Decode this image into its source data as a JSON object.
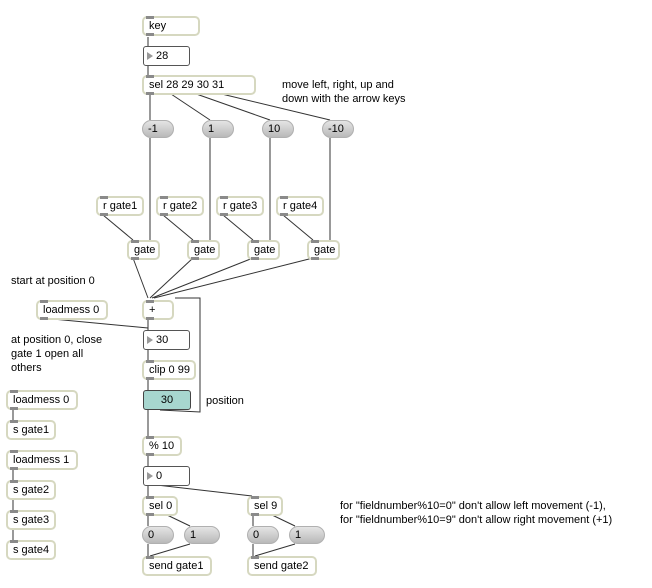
{
  "objects": {
    "key": "key",
    "sel_keys": "sel 28 29 30 31",
    "r_gate1": "r gate1",
    "r_gate2": "r gate2",
    "r_gate3": "r gate3",
    "r_gate4": "r gate4",
    "gate1": "gate",
    "gate2": "gate",
    "gate3": "gate",
    "gate4": "gate",
    "loadmess0_a": "loadmess 0",
    "plus": "+",
    "clip": "clip 0 99",
    "mod": "% 10",
    "loadmess0_b": "loadmess 0",
    "s_gate1": "s gate1",
    "loadmess1": "loadmess 1",
    "s_gate2": "s gate2",
    "s_gate3": "s gate3",
    "s_gate4": "s gate4",
    "sel0": "sel 0",
    "sel9": "sel 9",
    "send_gate1": "send gate1",
    "send_gate2": "send gate2"
  },
  "numbers": {
    "key_value": "28",
    "plus_out": "30",
    "position": "30",
    "mod_out": "0"
  },
  "messages": {
    "m_neg1": "-1",
    "m_1": "1",
    "m_10": "10",
    "m_neg10": "-10",
    "m_0a": "0",
    "m_1a": "1",
    "m_0b": "0",
    "m_1b": "1"
  },
  "comments": {
    "arrows": "move left, right, up and\ndown with the arrow keys",
    "start": "start at position 0",
    "close": "at position 0, close\ngate 1 open all\nothers",
    "position_label": "position",
    "rule0": "for \"fieldnumber%10=0\" don't allow left movement (-1),",
    "rule9": "for \"fieldnumber%10=9\" don't allow right movement (+1)"
  },
  "colors": {
    "object_border": "#d6d8c0",
    "position_box": "#a7d6cf",
    "patch_cord": "#333333"
  }
}
